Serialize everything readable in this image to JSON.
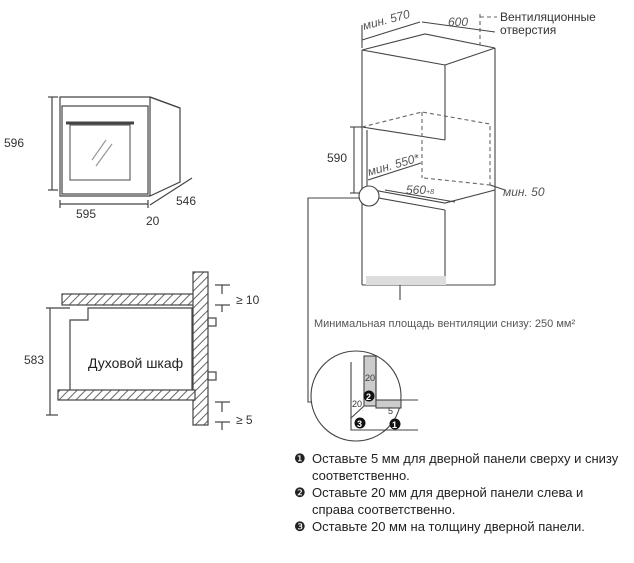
{
  "oven_front": {
    "height": "596",
    "width": "595",
    "depth": "546",
    "door_thickness": "20"
  },
  "side_section": {
    "height": "583",
    "label": "Духовой шкаф",
    "gap_top": "≥ 10",
    "gap_bottom": "≥ 5"
  },
  "cabinet": {
    "min_depth": "мин. 570",
    "width": "600",
    "vent_label_line1": "Вентиляционные",
    "vent_label_line2": "отверстия",
    "niche_height": "590",
    "niche_depth": "мин. 550*",
    "niche_width": "560",
    "niche_width_tol": "+8",
    "rear_gap": "мин. 50",
    "bottom_vent": "Минимальная площадь вентиляции снизу: 250 мм²"
  },
  "detail": {
    "dim_top": "20",
    "dim_left": "20",
    "dim_gap": "5",
    "marker1": "1",
    "marker2": "2",
    "marker3": "3"
  },
  "notes": [
    {
      "bullet": "❶",
      "text": "Оставьте 5 мм для дверной панели сверху и снизу соответственно."
    },
    {
      "bullet": "❷",
      "text": "Оставьте 20 мм для дверной панели слева и справа соответственно."
    },
    {
      "bullet": "❸",
      "text": "Оставьте 20 мм на толщину дверной панели."
    }
  ]
}
